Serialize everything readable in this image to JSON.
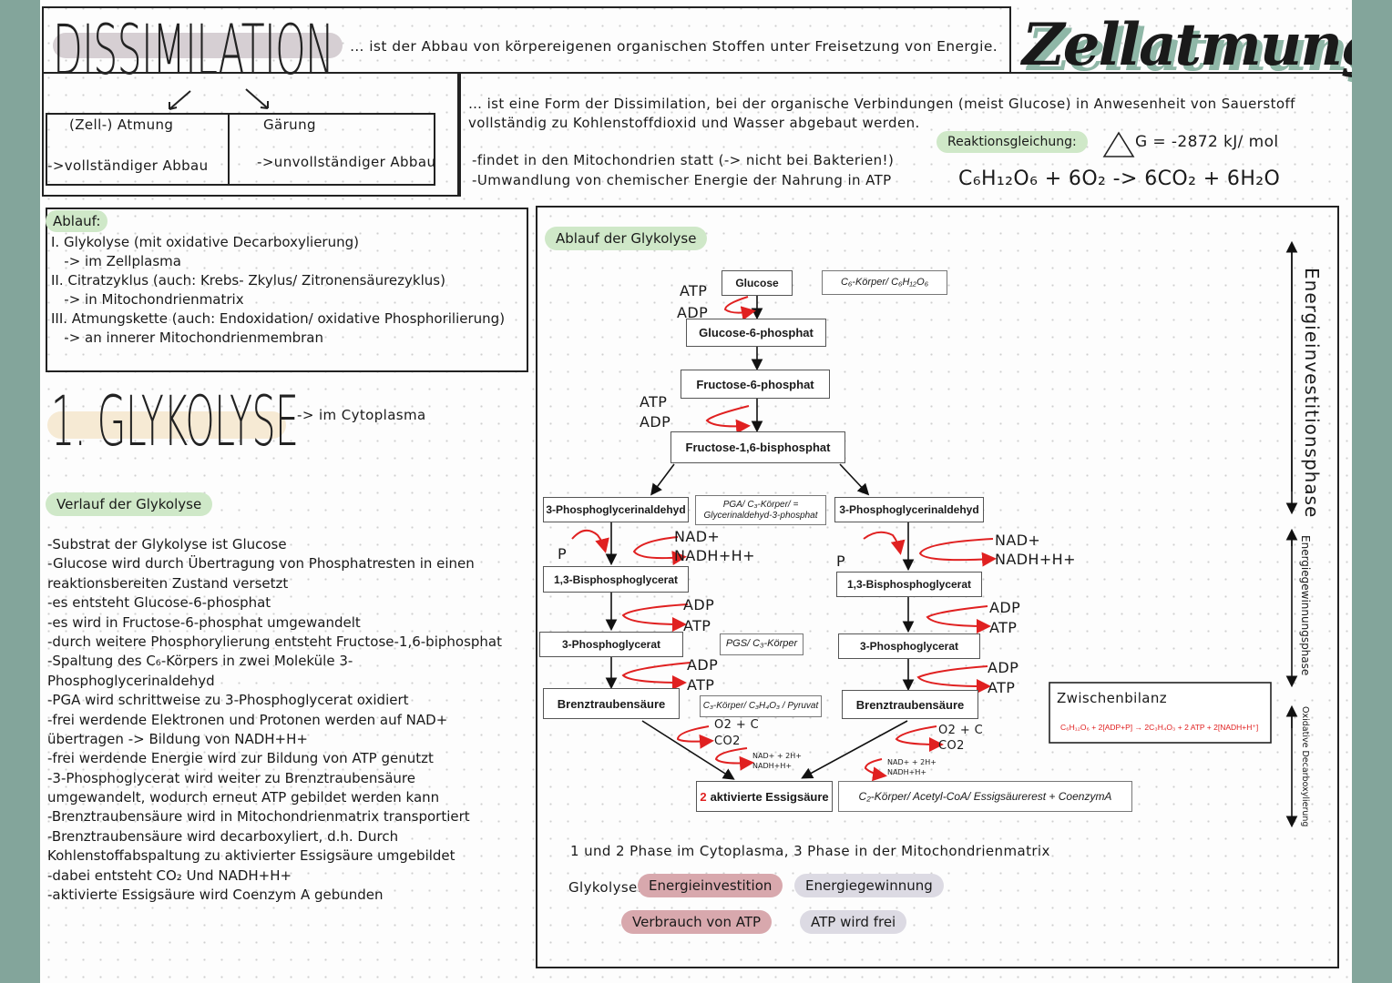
{
  "header": {
    "title": "DISSIMILATION",
    "definition": "… ist der Abbau von körpereigenen organischen Stoffen unter Freisetzung von Energie.",
    "types": [
      {
        "name": "(Zell-) Atmung",
        "desc": "->vollständiger Abbau"
      },
      {
        "name": "Gärung",
        "desc": "->unvollständiger Abbau"
      }
    ]
  },
  "zellatmung": {
    "title": "Zellatmung",
    "def_line1": "… ist eine Form der Dissimilation, bei der organische Verbindungen (meist Glucose) in Anwesenheit von Sauerstoff",
    "def_line2": "vollständig  zu Kohlenstoffdioxid und Wasser abgebaut werden.",
    "fact1": "-findet in den Mitochondrien statt (-> nicht bei Bakterien!)",
    "fact2": "-Umwandlung von chemischer Energie der Nahrung in ATP",
    "reaction_label": "Reaktionsgleichung:",
    "delta_g": "G = -2872 kJ/ mol",
    "equation": "C₆H₁₂O₆ + 6O₂ -> 6CO₂ + 6H₂O"
  },
  "ablauf": {
    "label": "Ablauf:",
    "lines": [
      "I. Glykolyse (mit oxidative Decarboxylierung)",
      "   -> im Zellplasma",
      "II. Citratzyklus (auch: Krebs- Zkylus/ Zitronensäurezyklus)",
      "   -> in Mitochondrienmatrix",
      "III. Atmungskette (auch: Endoxidation/ oxidative Phosphorilierung)",
      "   -> an innerer Mitochondrienmembran"
    ]
  },
  "glykolyse": {
    "title": "1. GLYKOLYSE",
    "location": "-> im Cytoplasma",
    "verlauf_label": "Verlauf der Glykolyse",
    "steps": [
      "-Substrat der Glykolyse ist Glucose",
      "-Glucose wird durch Übertragung von Phosphatresten in einen",
      "reaktionsbereiten Zustand versetzt",
      "-es entsteht Glucose-6-phosphat",
      "-es wird in Fructose-6-phosphat umgewandelt",
      "-durch weitere Phosphorylierung entsteht Fructose-1,6-biphosphat",
      "-Spaltung des C₆-Körpers in zwei Moleküle 3-",
      "Phosphoglycerinaldehyd",
      "-PGA wird schrittweise zu 3-Phosphoglycerat oxidiert",
      "-frei werdende Elektronen und Protonen werden auf NAD+",
      "übertragen -> Bildung von NADH+H+",
      "-frei werdende Energie wird zur Bildung von ATP genutzt",
      "-3-Phosphoglycerat wird weiter zu Brenztraubensäure",
      "umgewandelt, wodurch erneut ATP gebildet werden kann",
      "-Brenztraubensäure wird in Mitochondrienmatrix transportiert",
      "-Brenztraubensäure wird decarboxyliert, d.h. Durch",
      "Kohlenstoffabspaltung zu aktivierter Essigsäure umgebildet",
      "-dabei entsteht CO₂ Und NADH+H+",
      "-aktivierte Essigsäure wird Coenzym A gebunden"
    ]
  },
  "diagram": {
    "label": "Ablauf der Glykolyse",
    "glucose": "Glucose",
    "c6_note": "C₆-Körper/ C₆H₁₂O₆",
    "g6p": "Glucose-6-phosphat",
    "f6p": "Fructose-6-phosphat",
    "f16bp": "Fructose-1,6-bisphosphat",
    "pga": "3-Phosphoglycerinaldehyd",
    "pga_note": "PGA/ C₃-Körper/ = Glycerinaldehyd-3-phosphat",
    "bpg": "1,3-Bisphosphoglycerat",
    "pg": "3-Phosphoglycerat",
    "pg_note": "PGS/ C₃-Körper",
    "brenz": "Brenztraubensäure",
    "brenz_note": "C₃-Körper/ C₃H₄O₃ / Pyruvat",
    "essig_num": "2",
    "essig": "aktivierte Essigsäure",
    "essig_note": "C₂-Körper/ Acetyl-CoA/ Essigsäurerest + CoenzymA",
    "atp": "ATP",
    "adp": "ADP",
    "p": "P",
    "nad": "NAD+",
    "nadh": "NADH+H+",
    "o2c": "O2 + C",
    "co2": "CO2",
    "nad_small": "NAD+ + 2H+",
    "nadh_small": "NADH+H+",
    "zwischen_title": "Zwischenbilanz",
    "zwischen_eq": "C₆H₁₂O₆ + 2[ADP+P] → 2C₃H₄O₃ + 2 ATP + 2[NADH+H⁺]",
    "phase1": "Energieinvestitionsphase",
    "phase2": "Energiegewinnungsphase",
    "phase3": "Oxidative Decarboxylierung",
    "footnote": "1 und 2 Phase im Cytoplasma, 3 Phase in der Mitochondrienmatrix",
    "legend_label": "Glykolyse:",
    "legend": [
      "Energieinvestition",
      "Energiegewinnung",
      "Verbrauch von ATP",
      "ATP wird frei"
    ]
  },
  "colors": {
    "frame": "#83a59b",
    "green_pill": "#cfe8c8",
    "pink_pill": "#d8a8ad",
    "grey_pill": "#dcdae3",
    "title_hl": "#d6cfd3",
    "glyk_hl": "#f6ead4",
    "arrow_red": "#e02020"
  }
}
